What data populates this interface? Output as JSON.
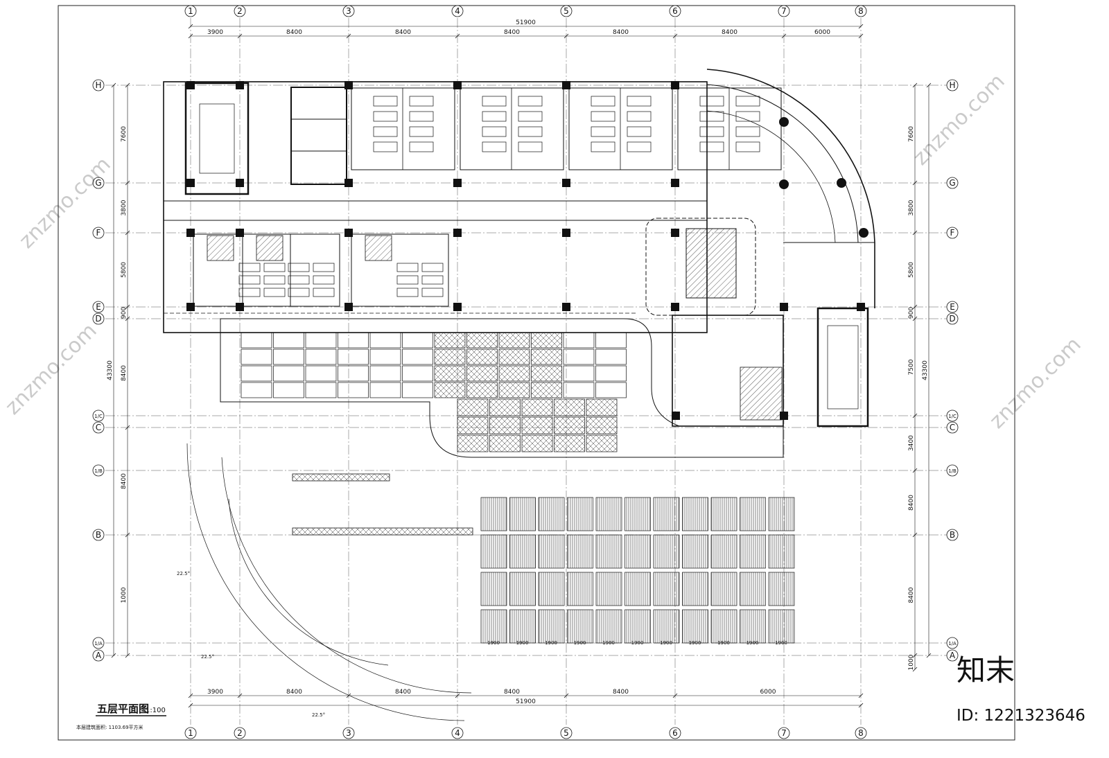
{
  "grid": {
    "columns": [
      "1",
      "2",
      "3",
      "4",
      "5",
      "6",
      "7",
      "8"
    ],
    "rows": [
      "H",
      "G",
      "F",
      "E",
      "D",
      "1/C",
      "C",
      "1/B",
      "B",
      "1/A",
      "A"
    ]
  },
  "dimensions": {
    "overall": "51900",
    "bays_top": [
      "3900",
      "8400",
      "8400",
      "8400",
      "8400",
      "8400",
      "6000"
    ],
    "bays_bottom": [
      "3900",
      "8400",
      "8400",
      "8400",
      "8400",
      "6000"
    ],
    "left_rows": [
      "7600",
      "3800",
      "5800",
      "900",
      "8400",
      "8400",
      "1000"
    ],
    "right_rows": [
      "7600",
      "3800",
      "5800",
      "900",
      "7500",
      "3400",
      "8400",
      "8400",
      "1000"
    ],
    "left_total": "43300",
    "right_total": "43300",
    "panel_widths": [
      "1900",
      "1900",
      "1900",
      "1900",
      "1900",
      "1900",
      "1900",
      "1900",
      "1900",
      "1900",
      "1900"
    ],
    "arc_angle": "22.5°"
  },
  "plan": {
    "title": "五层平面图",
    "scale": "1:100",
    "notes": [
      "本层建筑面积: 1103.69平方米"
    ]
  },
  "watermark": {
    "brand": "知末",
    "id": "ID: 1221323646",
    "diagonal": "znzmo.com"
  }
}
